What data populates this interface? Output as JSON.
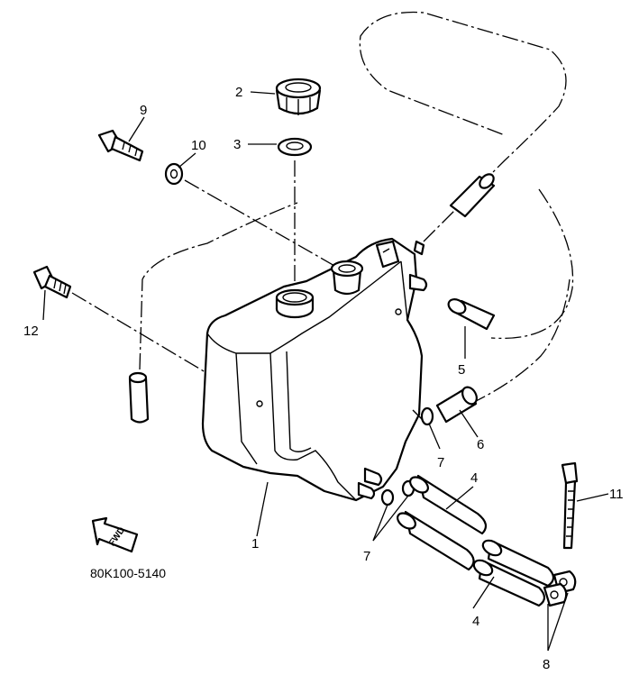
{
  "diagram": {
    "callouts": {
      "c1": "1",
      "c2": "2",
      "c3": "3",
      "c4a": "4",
      "c4b": "4",
      "c5": "5",
      "c6": "6",
      "c7a": "7",
      "c7b": "7",
      "c8": "8",
      "c9": "9",
      "c10": "10",
      "c11": "11",
      "c12": "12"
    },
    "forward_label": "FWD",
    "part_code": "80K100-5140"
  },
  "colors": {
    "ink": "#000000",
    "paper": "#ffffff"
  }
}
